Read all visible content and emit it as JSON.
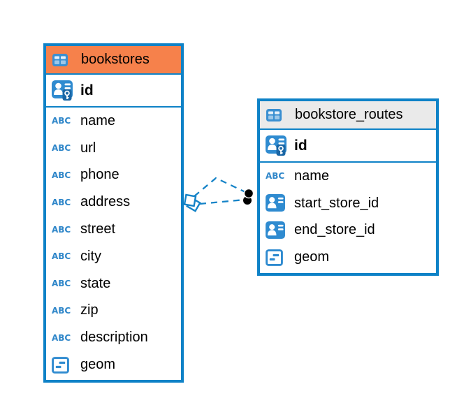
{
  "diagram": {
    "tables": [
      {
        "name": "bookstores",
        "header_icon": "table",
        "header_color": "#F6814B",
        "primary_key": {
          "name": "id",
          "icon": "primary-key"
        },
        "columns": [
          {
            "name": "name",
            "type_icon": "text"
          },
          {
            "name": "url",
            "type_icon": "text"
          },
          {
            "name": "phone",
            "type_icon": "text"
          },
          {
            "name": "address",
            "type_icon": "text"
          },
          {
            "name": "street",
            "type_icon": "text"
          },
          {
            "name": "city",
            "type_icon": "text"
          },
          {
            "name": "state",
            "type_icon": "text"
          },
          {
            "name": "zip",
            "type_icon": "text"
          },
          {
            "name": "description",
            "type_icon": "text"
          },
          {
            "name": "geom",
            "type_icon": "geometry"
          }
        ]
      },
      {
        "name": "bookstore_routes",
        "header_icon": "table",
        "header_color": "#EAEAEA",
        "primary_key": {
          "name": "id",
          "icon": "primary-key"
        },
        "columns": [
          {
            "name": "name",
            "type_icon": "text"
          },
          {
            "name": "start_store_id",
            "type_icon": "reference"
          },
          {
            "name": "end_store_id",
            "type_icon": "reference"
          },
          {
            "name": "geom",
            "type_icon": "geometry"
          }
        ]
      }
    ],
    "relationships": [
      {
        "from": "bookstore_routes",
        "to": "bookstores",
        "line_style": "dashed",
        "to_marker": "diamond",
        "from_marker": "dot"
      },
      {
        "from": "bookstore_routes",
        "to": "bookstores",
        "line_style": "dashed",
        "to_marker": "diamond",
        "from_marker": "dot"
      }
    ],
    "colors": {
      "table_border_blue": "#0E82C7",
      "bookstores_header_orange": "#F6814B",
      "routes_header_gray": "#EAEAEA",
      "type_icon_blue": "#2F8BD0",
      "relationship_dot_black": "#000000"
    }
  }
}
